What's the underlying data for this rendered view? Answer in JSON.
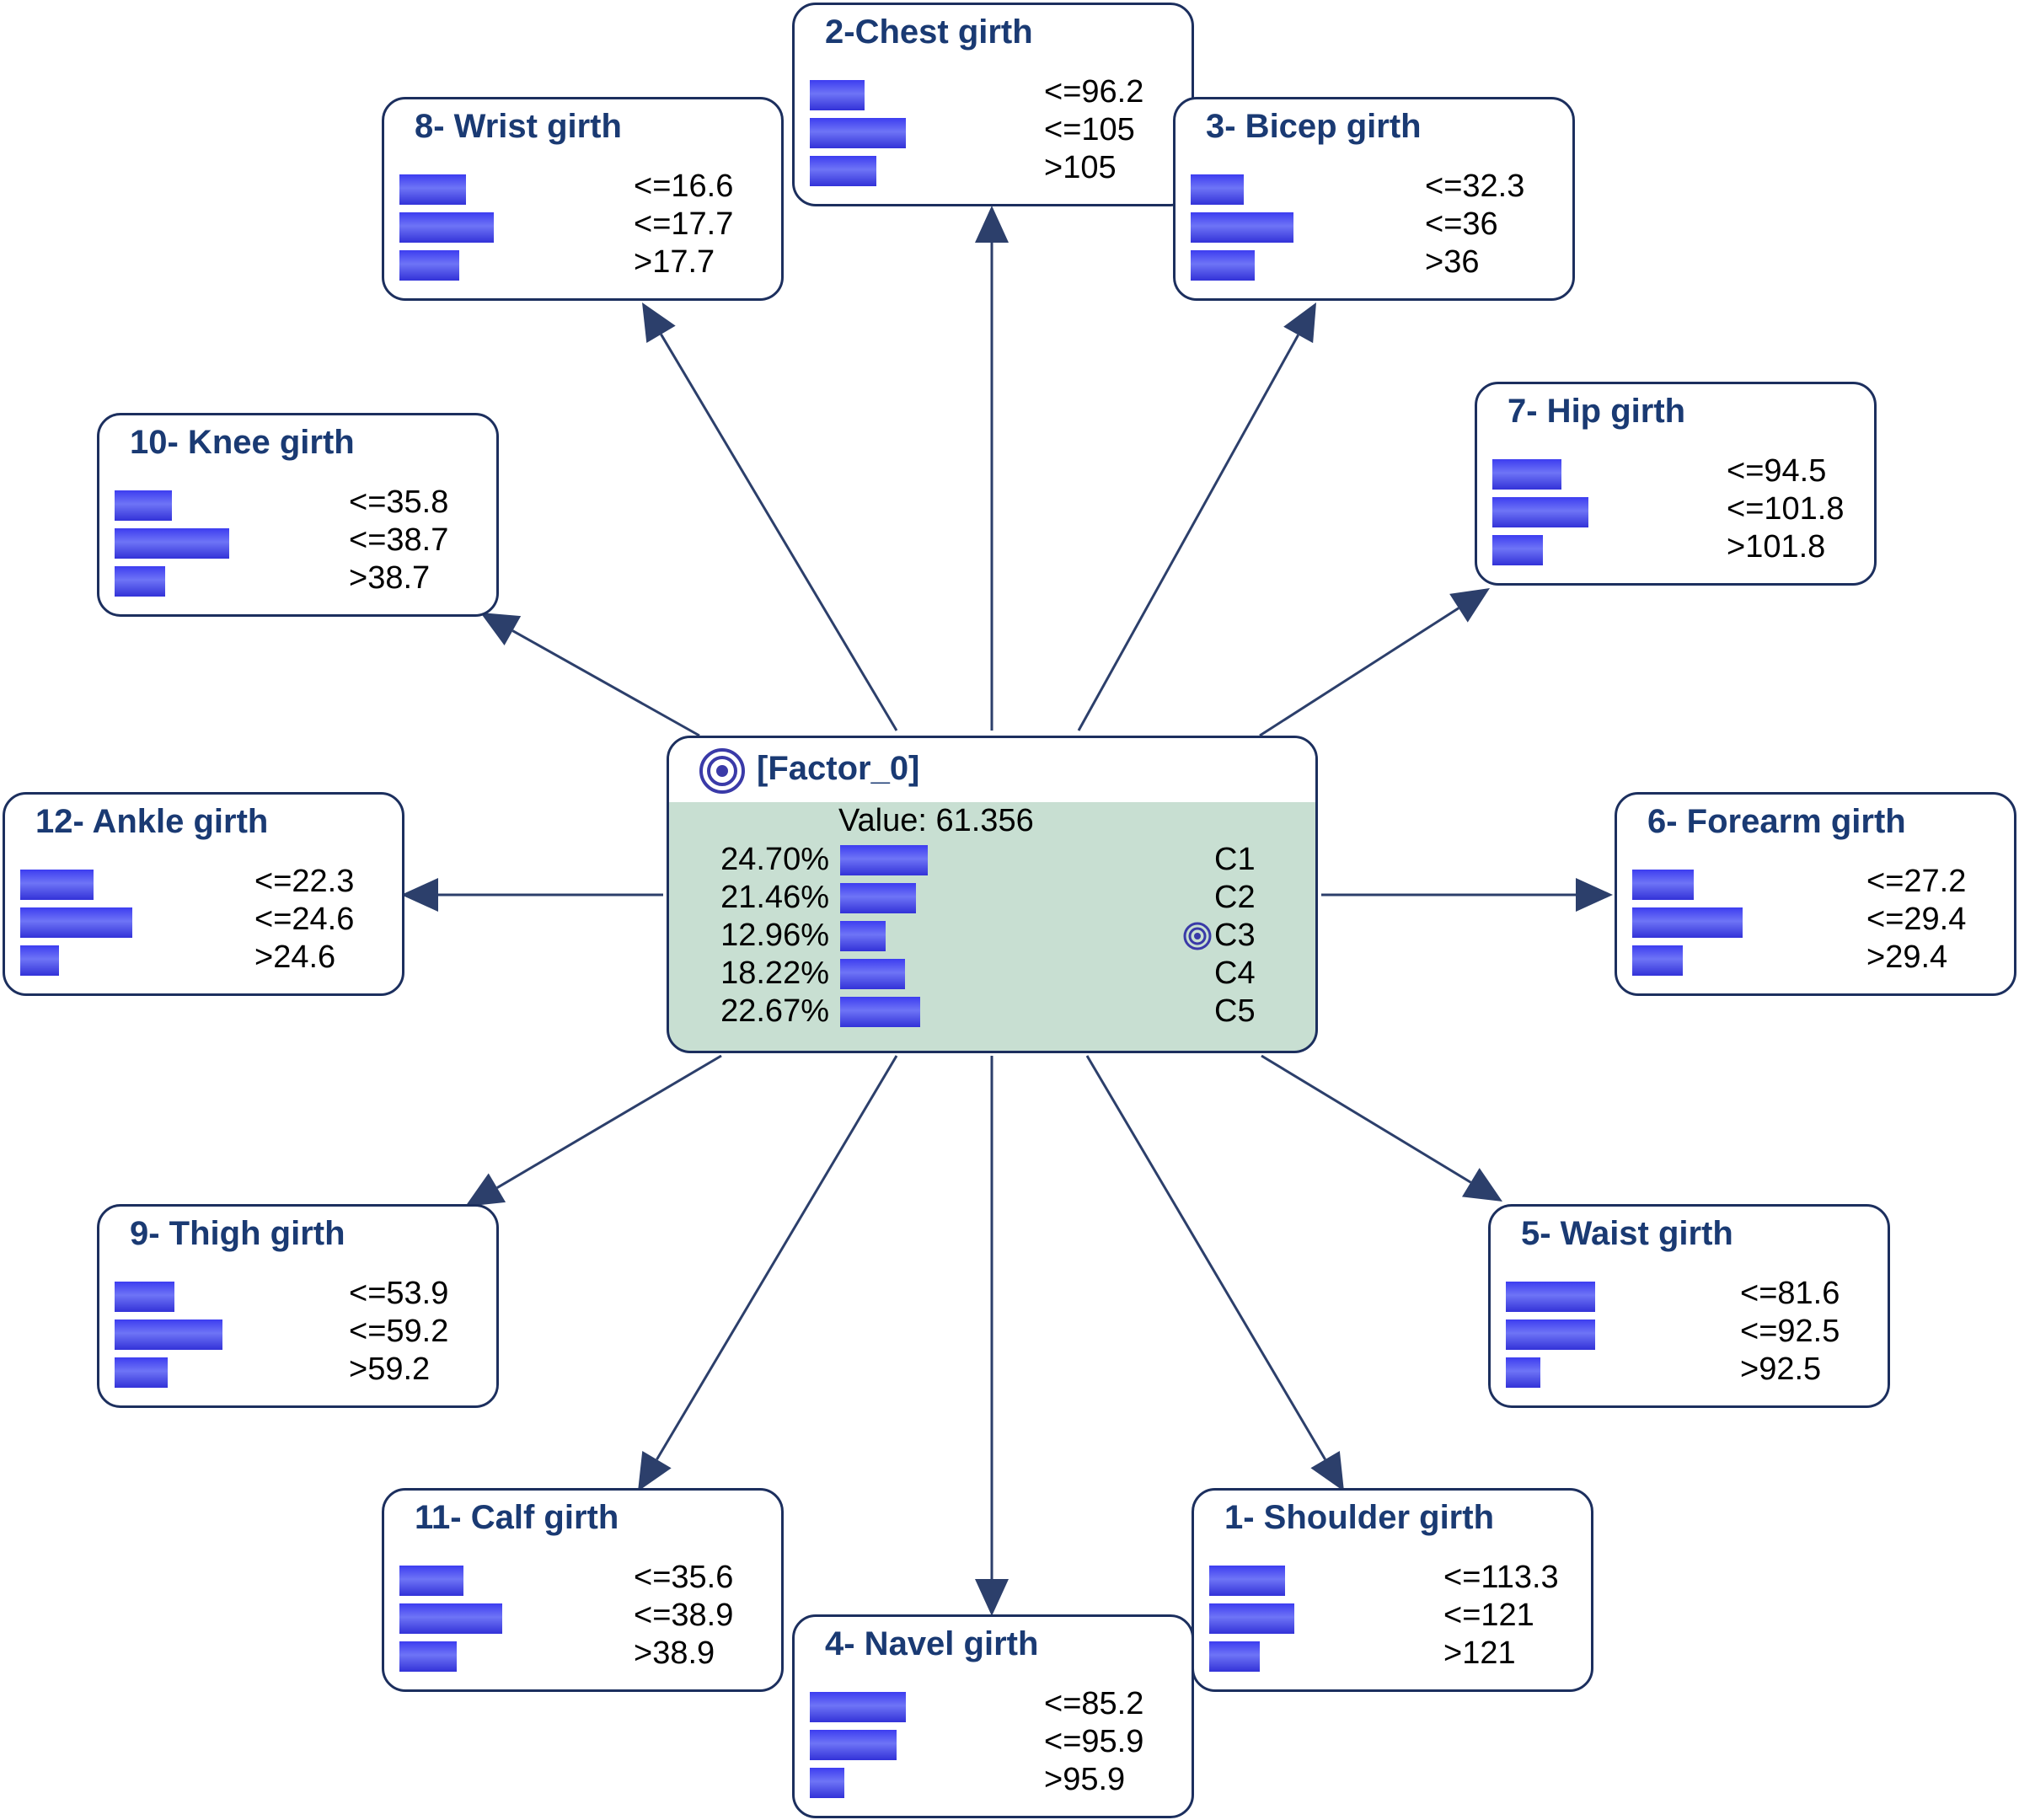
{
  "target": {
    "title": "[Factor_0]",
    "value_text": "Value: 61.356",
    "states": [
      {
        "pct": "24.70%",
        "p": 0.247,
        "label": "C1",
        "target": false
      },
      {
        "pct": "21.46%",
        "p": 0.2146,
        "label": "C2",
        "target": false
      },
      {
        "pct": "12.96%",
        "p": 0.1296,
        "label": "C3",
        "target": true
      },
      {
        "pct": "18.22%",
        "p": 0.1822,
        "label": "C4",
        "target": false
      },
      {
        "pct": "22.67%",
        "p": 0.2267,
        "label": "C5",
        "target": false
      }
    ]
  },
  "nodes": [
    {
      "id": "n1",
      "title": "1- Shoulder girth",
      "bins": [
        {
          "label": "<=113.3",
          "p": 0.33
        },
        {
          "label": "<=121",
          "p": 0.37
        },
        {
          "label": ">121",
          "p": 0.22
        }
      ]
    },
    {
      "id": "n2",
      "title": "2-Chest girth",
      "bins": [
        {
          "label": "<=96.2",
          "p": 0.24
        },
        {
          "label": "<=105",
          "p": 0.42
        },
        {
          "label": ">105",
          "p": 0.29
        }
      ]
    },
    {
      "id": "n3",
      "title": "3- Bicep girth",
      "bins": [
        {
          "label": "<=32.3",
          "p": 0.23
        },
        {
          "label": "<=36",
          "p": 0.45
        },
        {
          "label": ">36",
          "p": 0.28
        }
      ]
    },
    {
      "id": "n4",
      "title": "4- Navel girth",
      "bins": [
        {
          "label": "<=85.2",
          "p": 0.42
        },
        {
          "label": "<=95.9",
          "p": 0.38
        },
        {
          "label": ">95.9",
          "p": 0.15
        }
      ]
    },
    {
      "id": "n5",
      "title": "5- Waist girth",
      "bins": [
        {
          "label": "<=81.6",
          "p": 0.39
        },
        {
          "label": "<=92.5",
          "p": 0.39
        },
        {
          "label": ">92.5",
          "p": 0.15
        }
      ]
    },
    {
      "id": "n6",
      "title": "6- Forearm girth",
      "bins": [
        {
          "label": "<=27.2",
          "p": 0.27
        },
        {
          "label": "<=29.4",
          "p": 0.48
        },
        {
          "label": ">29.4",
          "p": 0.22
        }
      ]
    },
    {
      "id": "n7",
      "title": "7- Hip girth",
      "bins": [
        {
          "label": "<=94.5",
          "p": 0.3
        },
        {
          "label": "<=101.8",
          "p": 0.42
        },
        {
          "label": ">101.8",
          "p": 0.22
        }
      ]
    },
    {
      "id": "n8",
      "title": "8- Wrist girth",
      "bins": [
        {
          "label": "<=16.6",
          "p": 0.29
        },
        {
          "label": "<=17.7",
          "p": 0.41
        },
        {
          "label": ">17.7",
          "p": 0.26
        }
      ]
    },
    {
      "id": "n9",
      "title": "9- Thigh girth",
      "bins": [
        {
          "label": "<=53.9",
          "p": 0.26
        },
        {
          "label": "<=59.2",
          "p": 0.47
        },
        {
          "label": ">59.2",
          "p": 0.23
        }
      ]
    },
    {
      "id": "n10",
      "title": "10- Knee girth",
      "bins": [
        {
          "label": "<=35.8",
          "p": 0.25
        },
        {
          "label": "<=38.7",
          "p": 0.5
        },
        {
          "label": ">38.7",
          "p": 0.22
        }
      ]
    },
    {
      "id": "n11",
      "title": "11- Calf girth",
      "bins": [
        {
          "label": "<=35.6",
          "p": 0.28
        },
        {
          "label": "<=38.9",
          "p": 0.45
        },
        {
          "label": ">38.9",
          "p": 0.25
        }
      ]
    },
    {
      "id": "n12",
      "title": "12- Ankle girth",
      "bins": [
        {
          "label": "<=22.3",
          "p": 0.32
        },
        {
          "label": "<=24.6",
          "p": 0.49
        },
        {
          "label": ">24.6",
          "p": 0.17
        }
      ]
    }
  ]
}
